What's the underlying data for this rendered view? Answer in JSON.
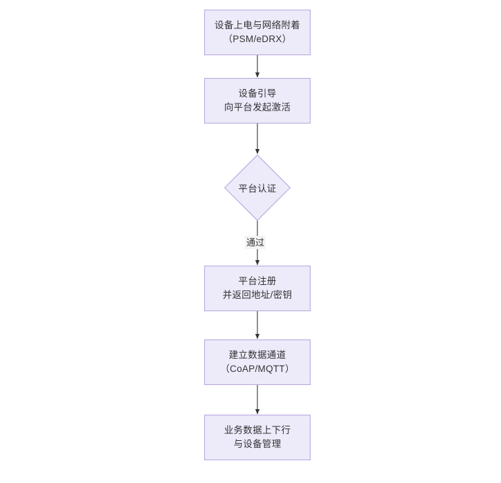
{
  "diagram": {
    "type": "flowchart",
    "orientation": "top-to-bottom",
    "background_color": "#FFFFFF",
    "node_fill_color": "#EDEAFA",
    "node_border_color": "#B6A3E0",
    "text_color": "#333333",
    "edge_color": "#333333",
    "nodes": [
      {
        "id": "power",
        "shape": "rectangle",
        "line1": "设备上电与网络附着",
        "line2": "（PSM/eDRX）"
      },
      {
        "id": "bootstrap",
        "shape": "rectangle",
        "line1": "设备引导",
        "line2": "向平台发起激活"
      },
      {
        "id": "auth",
        "shape": "diamond",
        "line1": "平台认证",
        "line2": ""
      },
      {
        "id": "register",
        "shape": "rectangle",
        "line1": "平台注册",
        "line2": "并返回地址/密钥"
      },
      {
        "id": "channel",
        "shape": "rectangle",
        "line1": "建立数据通道",
        "line2": "（CoAP/MQTT）"
      },
      {
        "id": "business",
        "shape": "rectangle",
        "line1": "业务数据上下行",
        "line2": "与设备管理"
      }
    ],
    "edges": [
      {
        "id": "e1",
        "from": "power",
        "to": "bootstrap",
        "label": ""
      },
      {
        "id": "e2",
        "from": "bootstrap",
        "to": "auth",
        "label": ""
      },
      {
        "id": "e3",
        "from": "auth",
        "to": "register",
        "label": "通过"
      },
      {
        "id": "e4",
        "from": "register",
        "to": "channel",
        "label": ""
      },
      {
        "id": "e5",
        "from": "channel",
        "to": "business",
        "label": ""
      }
    ]
  }
}
